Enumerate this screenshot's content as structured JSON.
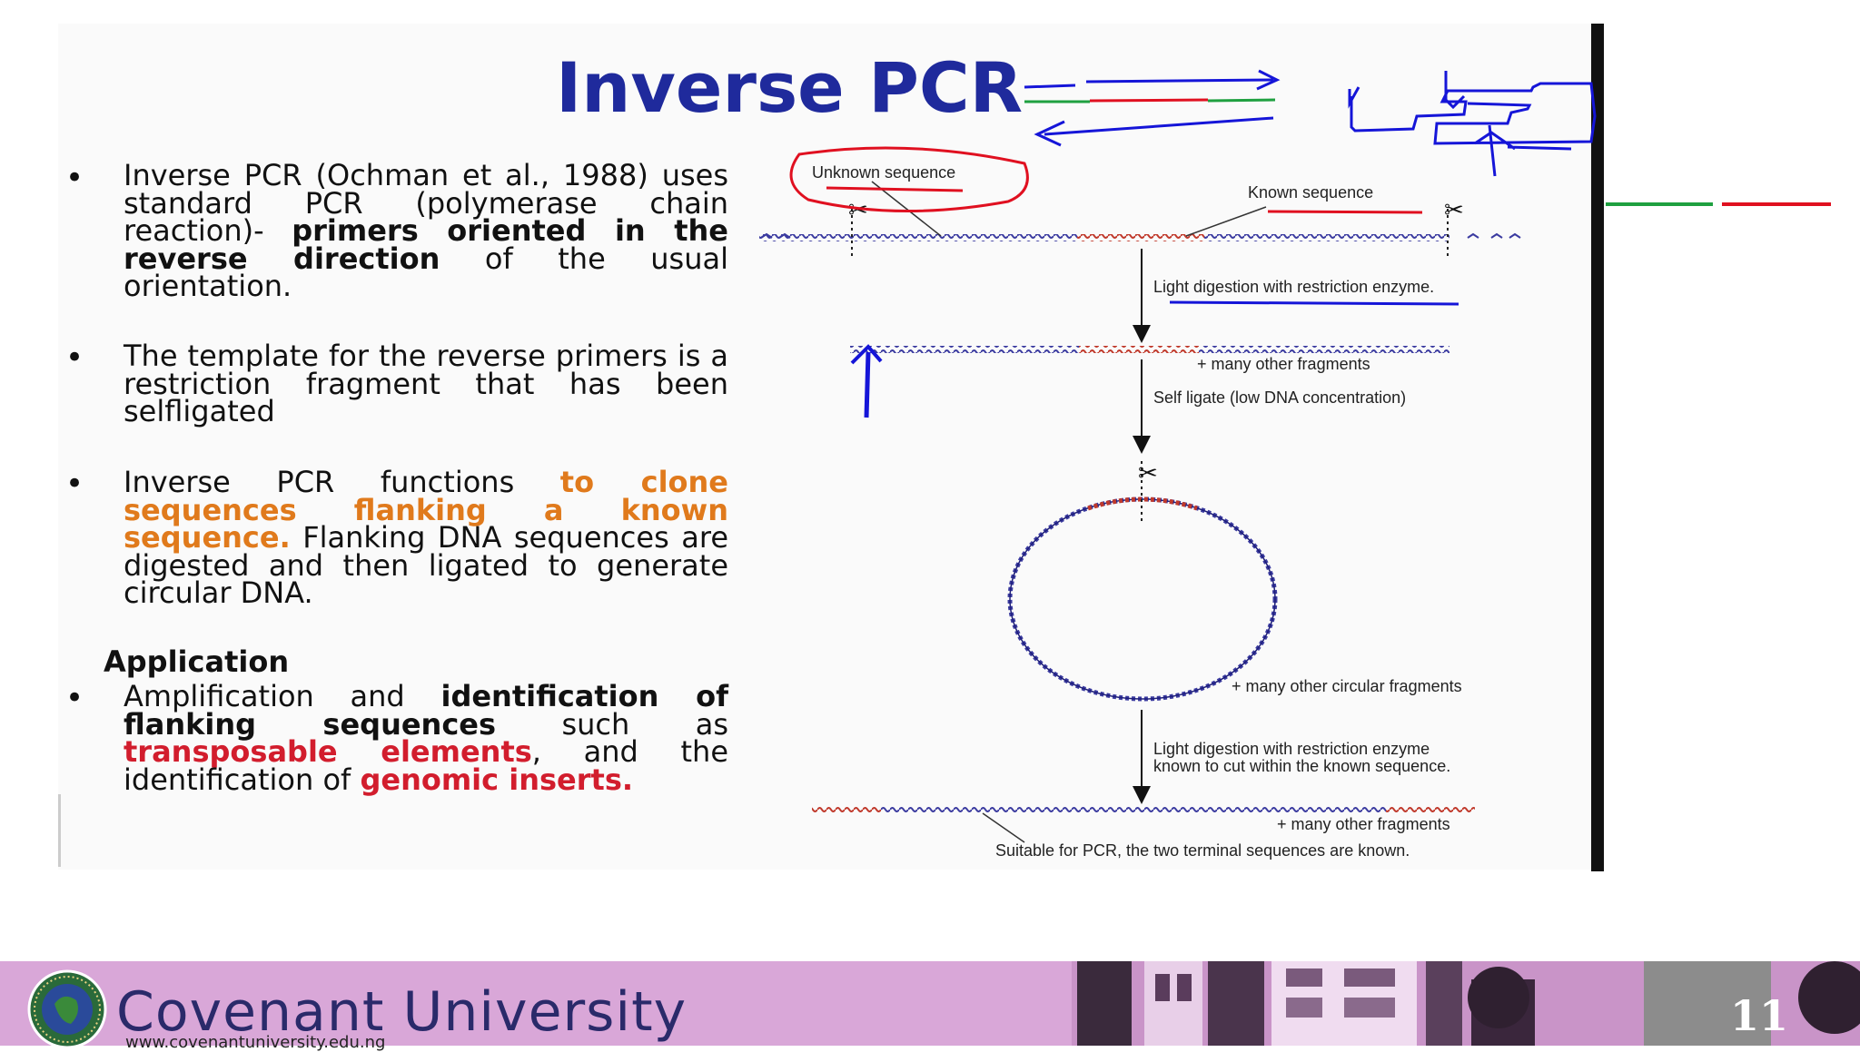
{
  "slide": {
    "title": "Inverse PCR",
    "bullets": [
      {
        "parts": [
          {
            "text": "Inverse PCR (Ochman et al., 1988) uses standard PCR (polymerase chain reaction)- ",
            "style": "normal"
          },
          {
            "text": "primers oriented in the reverse direction",
            "style": "bold"
          },
          {
            "text": " of the usual orientation.",
            "style": "normal"
          }
        ]
      },
      {
        "parts": [
          {
            "text": "The template for the reverse primers is a restriction fragment that has been selfligated",
            "style": "normal"
          }
        ]
      },
      {
        "parts": [
          {
            "text": "Inverse PCR functions ",
            "style": "normal"
          },
          {
            "text": "to clone sequences flanking a known sequence.",
            "style": "orange"
          },
          {
            "text": " Flanking DNA sequences are digested and then ligated to generate circular DNA.",
            "style": "normal"
          }
        ]
      }
    ],
    "application_heading": "Application",
    "application_bullet": {
      "parts": [
        {
          "text": "Amplification and ",
          "style": "normal"
        },
        {
          "text": "identification of flanking sequences",
          "style": "bold"
        },
        {
          "text": " such as ",
          "style": "normal"
        },
        {
          "text": "transposable elements",
          "style": "red"
        },
        {
          "text": ", and the identification of ",
          "style": "normal"
        },
        {
          "text": "genomic inserts.",
          "style": "red"
        }
      ]
    },
    "bullet_symbol": "•"
  },
  "diagram": {
    "unknown_sequence": "Unknown sequence",
    "known_sequence": "Known sequence",
    "step1": "Light digestion with restriction enzyme.",
    "fragments1": "+ many other fragments",
    "step2": "Self ligate (low DNA concentration)",
    "circular_fragments": "+ many other circular fragments",
    "step3_line1": "Light digestion with restriction enzyme",
    "step3_line2": "known to cut within the known sequence.",
    "fragments2": "+ many other fragments",
    "final": "Suitable for PCR, the two terminal sequences are known."
  },
  "footer": {
    "university": "Covenant University",
    "url": "www.covenantuniversity.edu.ng",
    "page_number": "11"
  },
  "colors": {
    "title": "#1f2a9c",
    "dna_blue": "#3b3ba0",
    "dna_red": "#c0392b",
    "annotation_blue": "#1515d8",
    "annotation_red": "#e01020",
    "annotation_green": "#1fa040",
    "footer_bg": "#d9a7d8"
  }
}
